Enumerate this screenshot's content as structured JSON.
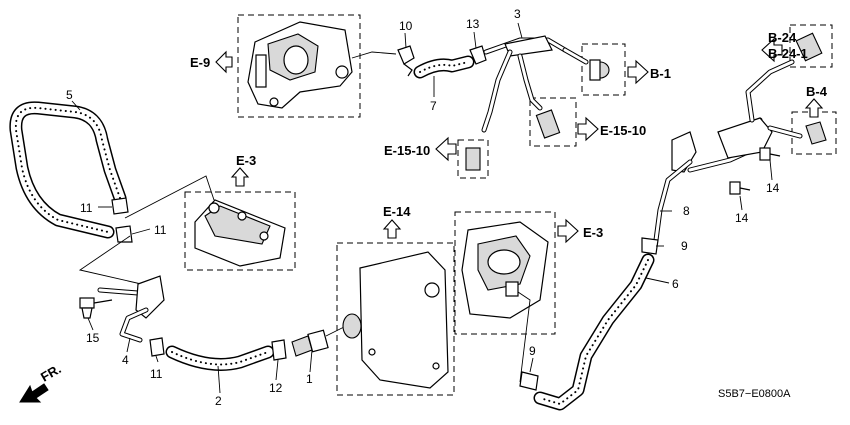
{
  "callouts": {
    "c1": "1",
    "c2": "2",
    "c3": "3",
    "c4": "4",
    "c5": "5",
    "c6": "6",
    "c7": "7",
    "c8": "8",
    "c9a": "9",
    "c9b": "9",
    "c10": "10",
    "c11a": "11",
    "c11b": "11",
    "c11c": "11",
    "c12": "12",
    "c13": "13",
    "c14a": "14",
    "c14b": "14",
    "c15": "15"
  },
  "references": {
    "e9": "E-9",
    "b1": "B-1",
    "b24": "B-24",
    "b24_1": "B-24-1",
    "b4": "B-4",
    "e15_10_left": "E-15-10",
    "e15_10_right": "E-15-10",
    "e3_upper": "E-3",
    "e14": "E-14",
    "e3_right": "E-3"
  },
  "direction": {
    "label": "FR."
  },
  "diagram_code": "S5B7−E0800A",
  "icons": [
    "hollow-arrow-icon",
    "front-direction-arrow-icon"
  ]
}
